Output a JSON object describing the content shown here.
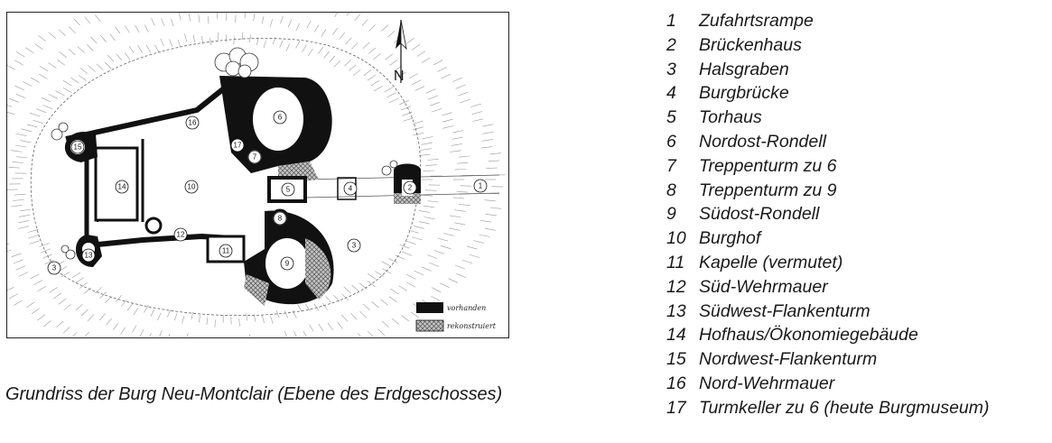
{
  "caption": "Grundriss der Burg Neu-Montclair (Ebene des Erdgeschosses)",
  "legend_items": [
    {
      "num": "1",
      "label": "Zufahrtsrampe"
    },
    {
      "num": "2",
      "label": "Brückenhaus"
    },
    {
      "num": "3",
      "label": "Halsgraben"
    },
    {
      "num": "4",
      "label": "Burgbrücke"
    },
    {
      "num": "5",
      "label": "Torhaus"
    },
    {
      "num": "6",
      "label": "Nordost-Rondell"
    },
    {
      "num": "7",
      "label": "Treppenturm zu 6"
    },
    {
      "num": "8",
      "label": "Treppenturm zu 9"
    },
    {
      "num": "9",
      "label": "Südost-Rondell"
    },
    {
      "num": "10",
      "label": "Burghof"
    },
    {
      "num": "11",
      "label": "Kapelle (vermutet)"
    },
    {
      "num": "12",
      "label": "Süd-Wehrmauer"
    },
    {
      "num": "13",
      "label": "Südwest-Flankenturm"
    },
    {
      "num": "14",
      "label": "Hofhaus/Ökonomiegebäude"
    },
    {
      "num": "15",
      "label": "Nordwest-Flankenturm"
    },
    {
      "num": "16",
      "label": "Nord-Wehrmauer"
    },
    {
      "num": "17",
      "label": "Turmkeller zu 6 (heute Burgmuseum)"
    }
  ],
  "plan": {
    "north_label": "N",
    "key_existing": "vorhanden",
    "key_reconstructed": "rekonstruiert",
    "colors": {
      "wall": "#111111",
      "reconstructed": "#8a8a8a",
      "hatch": "#777777"
    },
    "markers": [
      {
        "n": "1"
      },
      {
        "n": "2"
      },
      {
        "n": "3"
      },
      {
        "n": "3"
      },
      {
        "n": "4"
      },
      {
        "n": "5"
      },
      {
        "n": "6"
      },
      {
        "n": "7"
      },
      {
        "n": "8"
      },
      {
        "n": "9"
      },
      {
        "n": "10"
      },
      {
        "n": "11"
      },
      {
        "n": "12"
      },
      {
        "n": "13"
      },
      {
        "n": "14"
      },
      {
        "n": "15"
      },
      {
        "n": "16"
      },
      {
        "n": "17"
      }
    ]
  }
}
